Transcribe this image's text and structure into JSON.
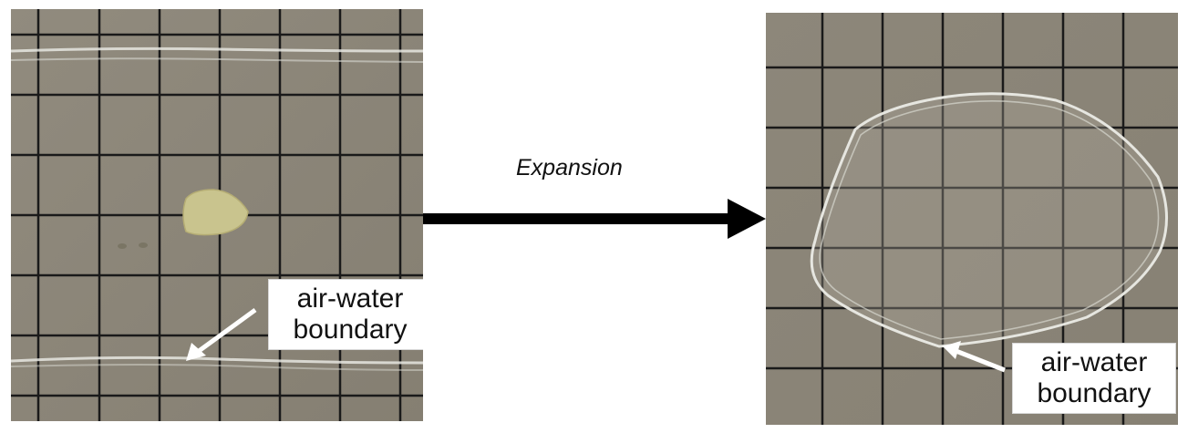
{
  "figure": {
    "transition_label": "Expansion",
    "left_panel": {
      "callout_line_1": "air-water",
      "callout_line_2": "boundary"
    },
    "right_panel": {
      "callout_line_1": "air-water",
      "callout_line_2": "boundary"
    }
  },
  "colors": {
    "background_paper": "#8c8679",
    "grid_line": "#1a1a1a",
    "film_edge": "#e6e6e0",
    "sample_piece": "#c9c48e",
    "arrow": "#000000",
    "callout_bg": "#ffffff"
  }
}
